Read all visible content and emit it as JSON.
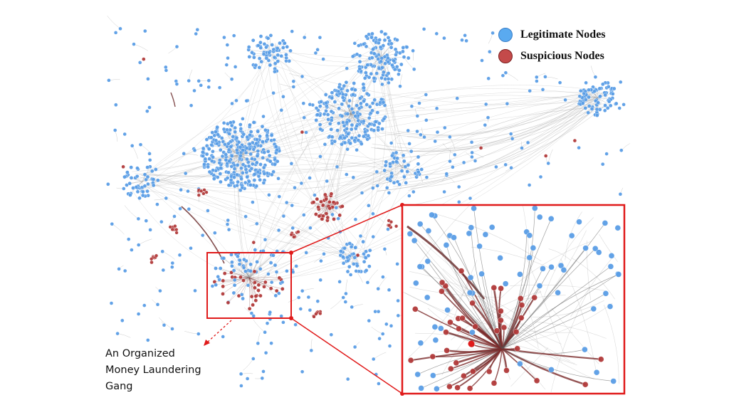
{
  "legend": {
    "items": [
      {
        "label": "Legitimate Nodes",
        "color": "#5a9ee6"
      },
      {
        "label": "Suspicious Nodes",
        "color": "#b23a3a"
      }
    ]
  },
  "annotation": {
    "lines": [
      "An Organized",
      "Money Laundering",
      "Gang"
    ]
  },
  "colors": {
    "legitimate": "#5a9ee6",
    "suspicious": "#b23a3a",
    "highlight": "#e01a1a",
    "edge": "#9a9a9a"
  }
}
